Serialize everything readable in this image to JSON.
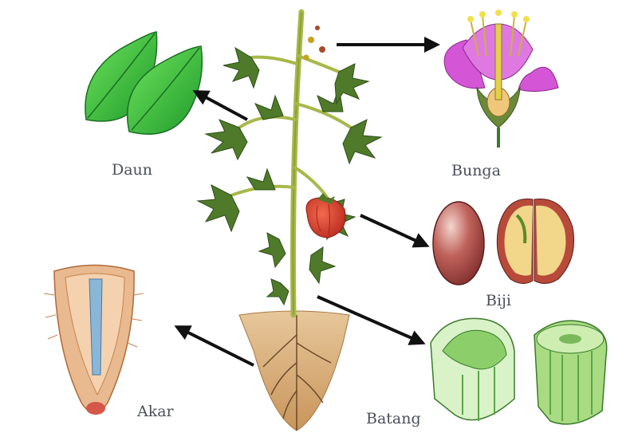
{
  "labels": {
    "leaf": "Daun",
    "flower": "Bunga",
    "seed": "Biji",
    "root": "Akar",
    "stem": "Batang"
  },
  "colors": {
    "stem": "#a8b84a",
    "leaf_dark": "#4f7a2a",
    "leaf_bright": "#39c23a",
    "flower_petal": "#d455d6",
    "fruit": "#d43a2a",
    "soil": "#d9b07a",
    "root_tissue": "#e9b98f",
    "seed_coat": "#a8433e",
    "stem_section": "#8ccf6a",
    "arrow": "#111111",
    "label_text": "#4a4f5c"
  }
}
